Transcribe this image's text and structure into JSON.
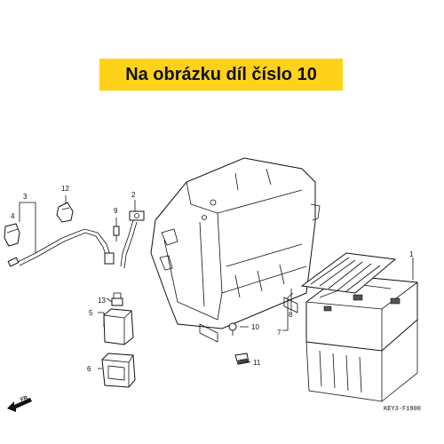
{
  "banner": {
    "text": "Na obrázku díl číslo 10",
    "bg": "#ffd21a"
  },
  "diagram": {
    "code": "KEY3-F1900",
    "direction_label": "FR.",
    "callouts": [
      "1",
      "2",
      "3",
      "4",
      "5",
      "6",
      "7",
      "8",
      "9",
      "10",
      "11",
      "12",
      "13"
    ]
  }
}
